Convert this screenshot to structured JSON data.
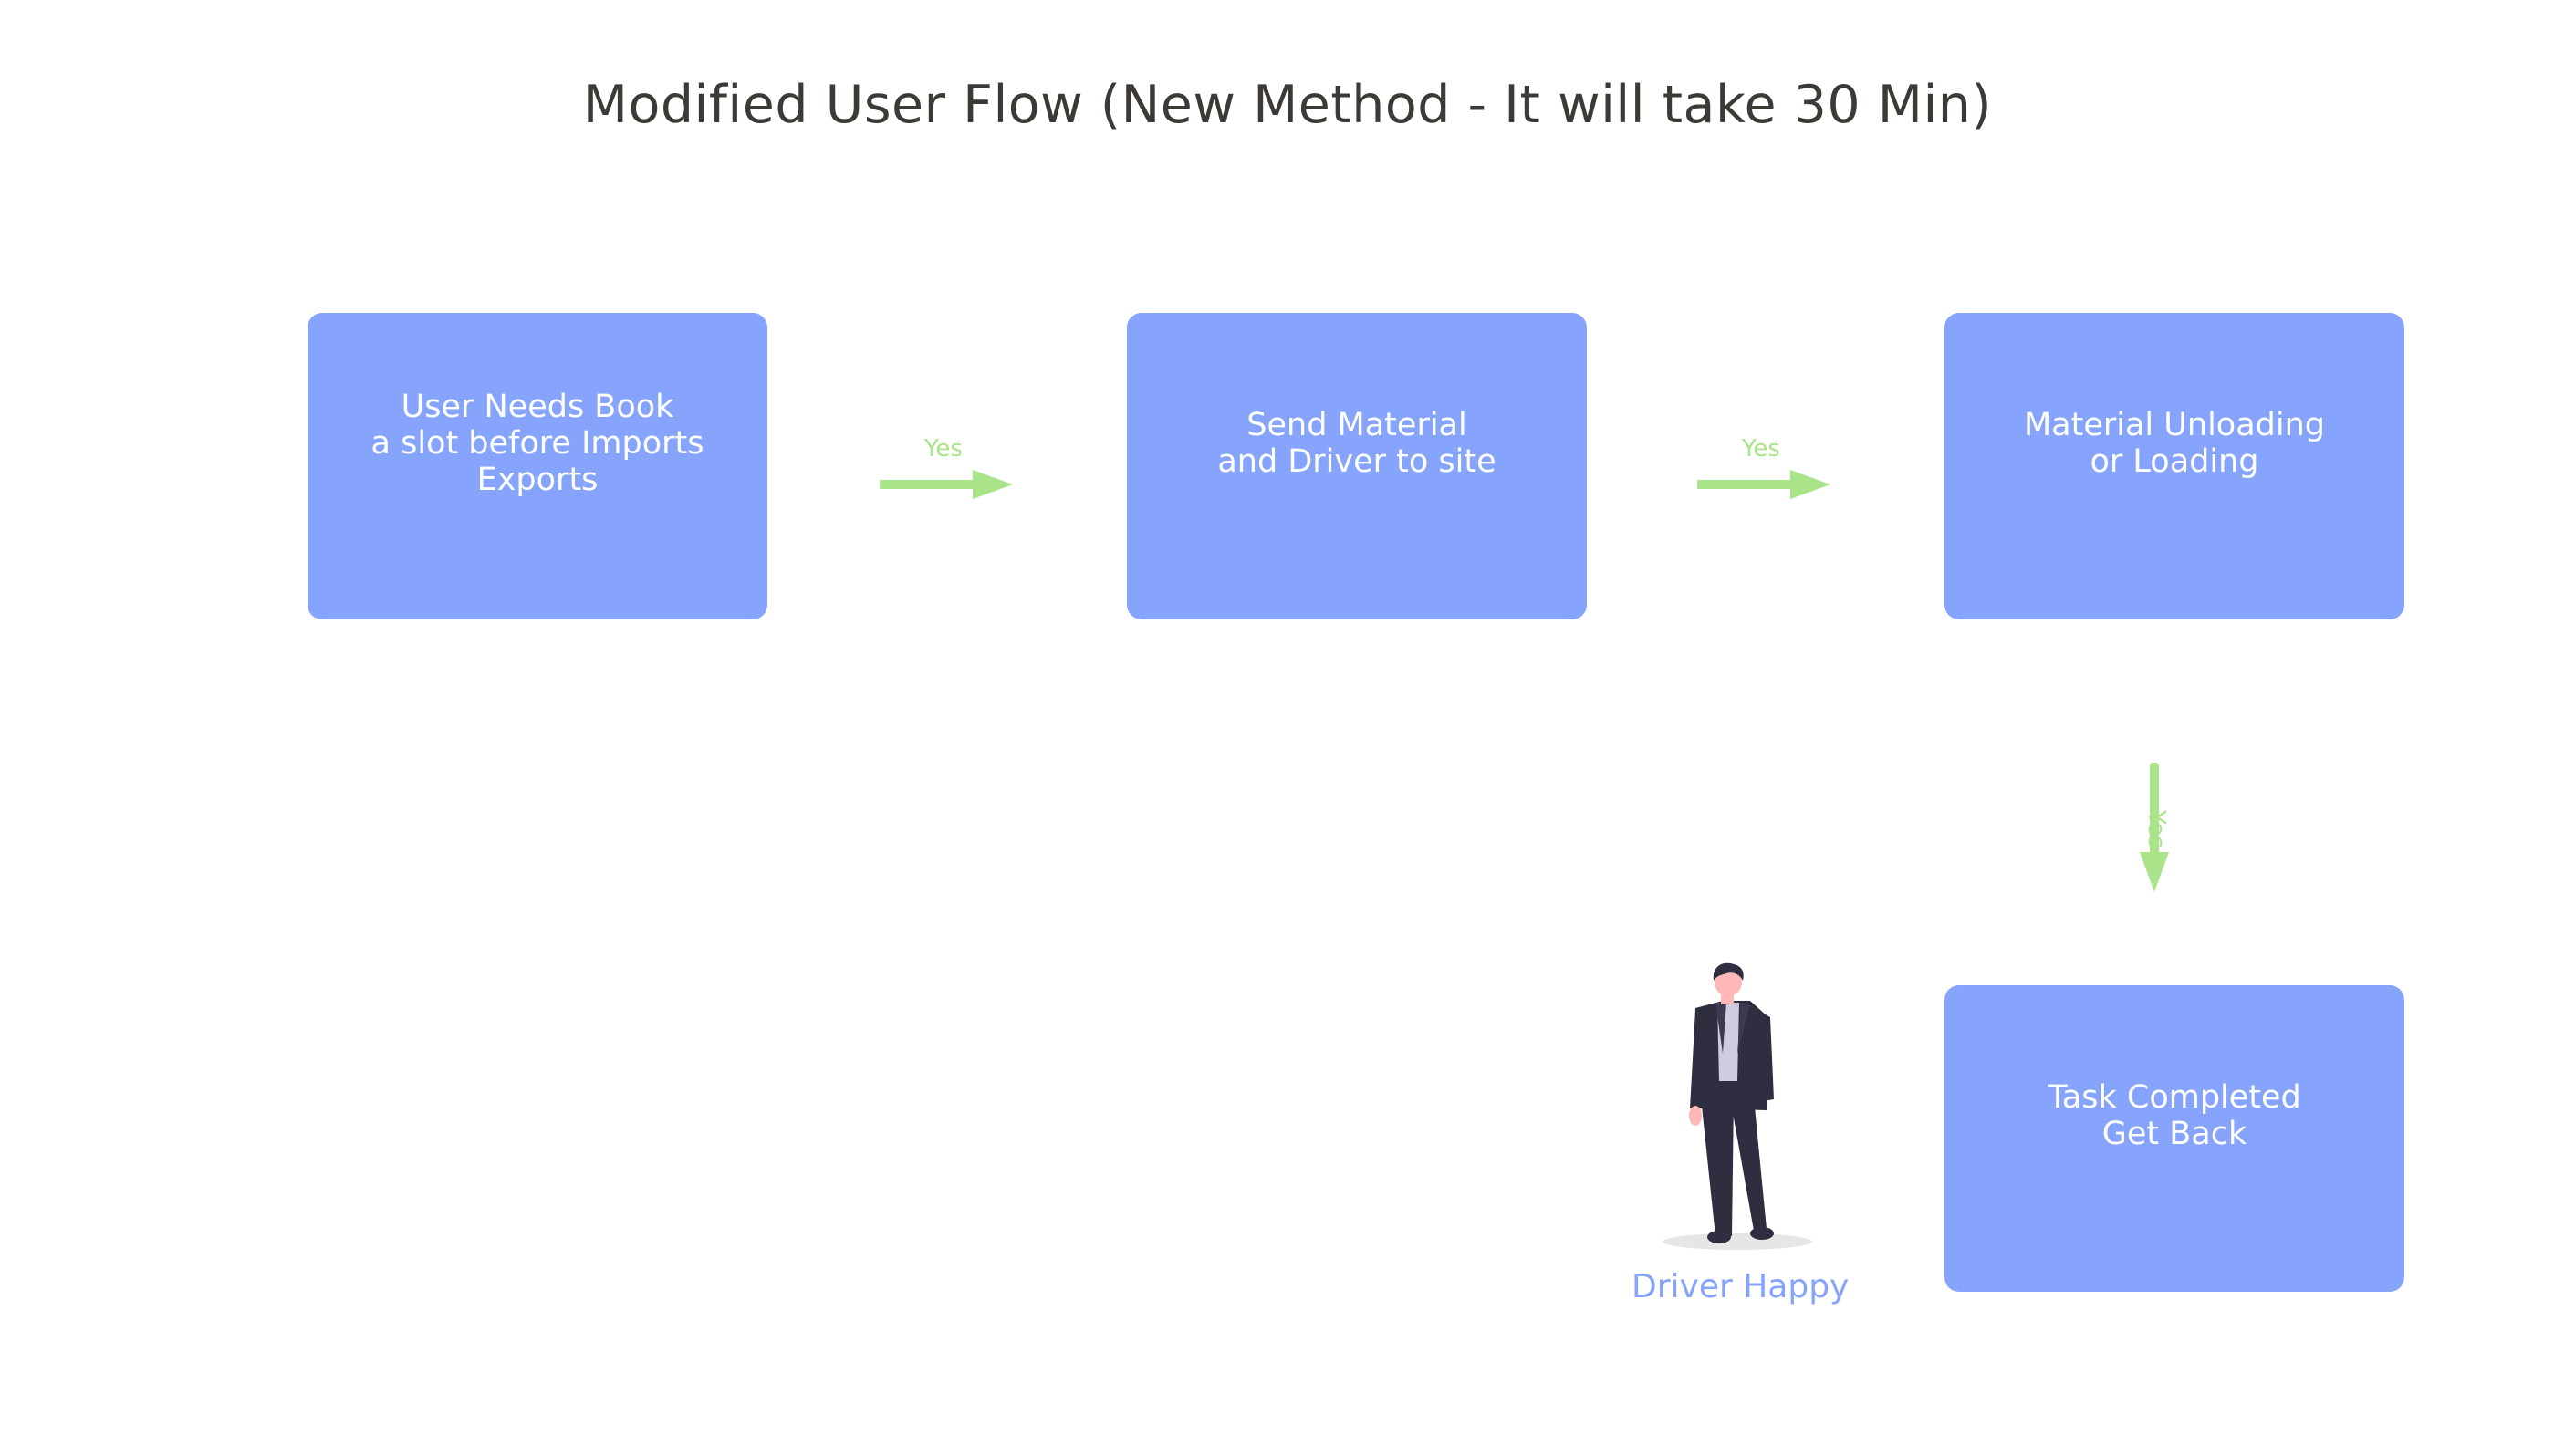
{
  "diagram": {
    "title": "Modified User Flow (New Method - It will take 30 Min)",
    "steps": [
      {
        "lines": [
          "User Needs Book",
          "a slot before Imports",
          "Exports"
        ]
      },
      {
        "lines": [
          "Send Material",
          "and Driver to site"
        ]
      },
      {
        "lines": [
          "Material Unloading",
          "or Loading"
        ]
      },
      {
        "lines": [
          "Task Completed",
          "Get Back"
        ]
      }
    ],
    "connectors": [
      {
        "label": "Yes",
        "direction": "right"
      },
      {
        "label": "Yes",
        "direction": "right"
      },
      {
        "label": "Yes",
        "direction": "down"
      }
    ],
    "driver": {
      "label": "Driver Happy",
      "icon": "standing-man-illustration"
    }
  },
  "colors": {
    "box_fill": "#86a4fb",
    "box_text": "#ffffff",
    "arrow": "#a9e48a",
    "title_text": "#3d3a36",
    "driver_label": "#86a4fb",
    "suit": "#2f2e41",
    "skin": "#ffb8b8",
    "shirt": "#cfcce0"
  }
}
